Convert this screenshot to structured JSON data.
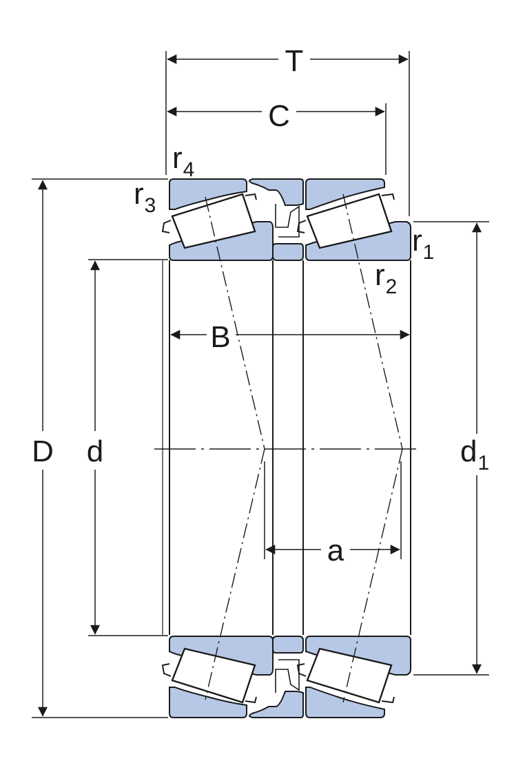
{
  "diagram": {
    "labels": {
      "T": "T",
      "C": "C",
      "B": "B",
      "D": "D",
      "d": "d",
      "d1_main": "d",
      "d1_sub": "1",
      "a": "a",
      "r1_main": "r",
      "r1_sub": "1",
      "r2_main": "r",
      "r2_sub": "2",
      "r3_main": "r",
      "r3_sub": "3",
      "r4_main": "r",
      "r4_sub": "4"
    },
    "colors": {
      "ring_fill": "#b7c8e6",
      "roller_fill": "#ffffff",
      "outline": "#1a1a1a",
      "background": "#ffffff"
    }
  }
}
